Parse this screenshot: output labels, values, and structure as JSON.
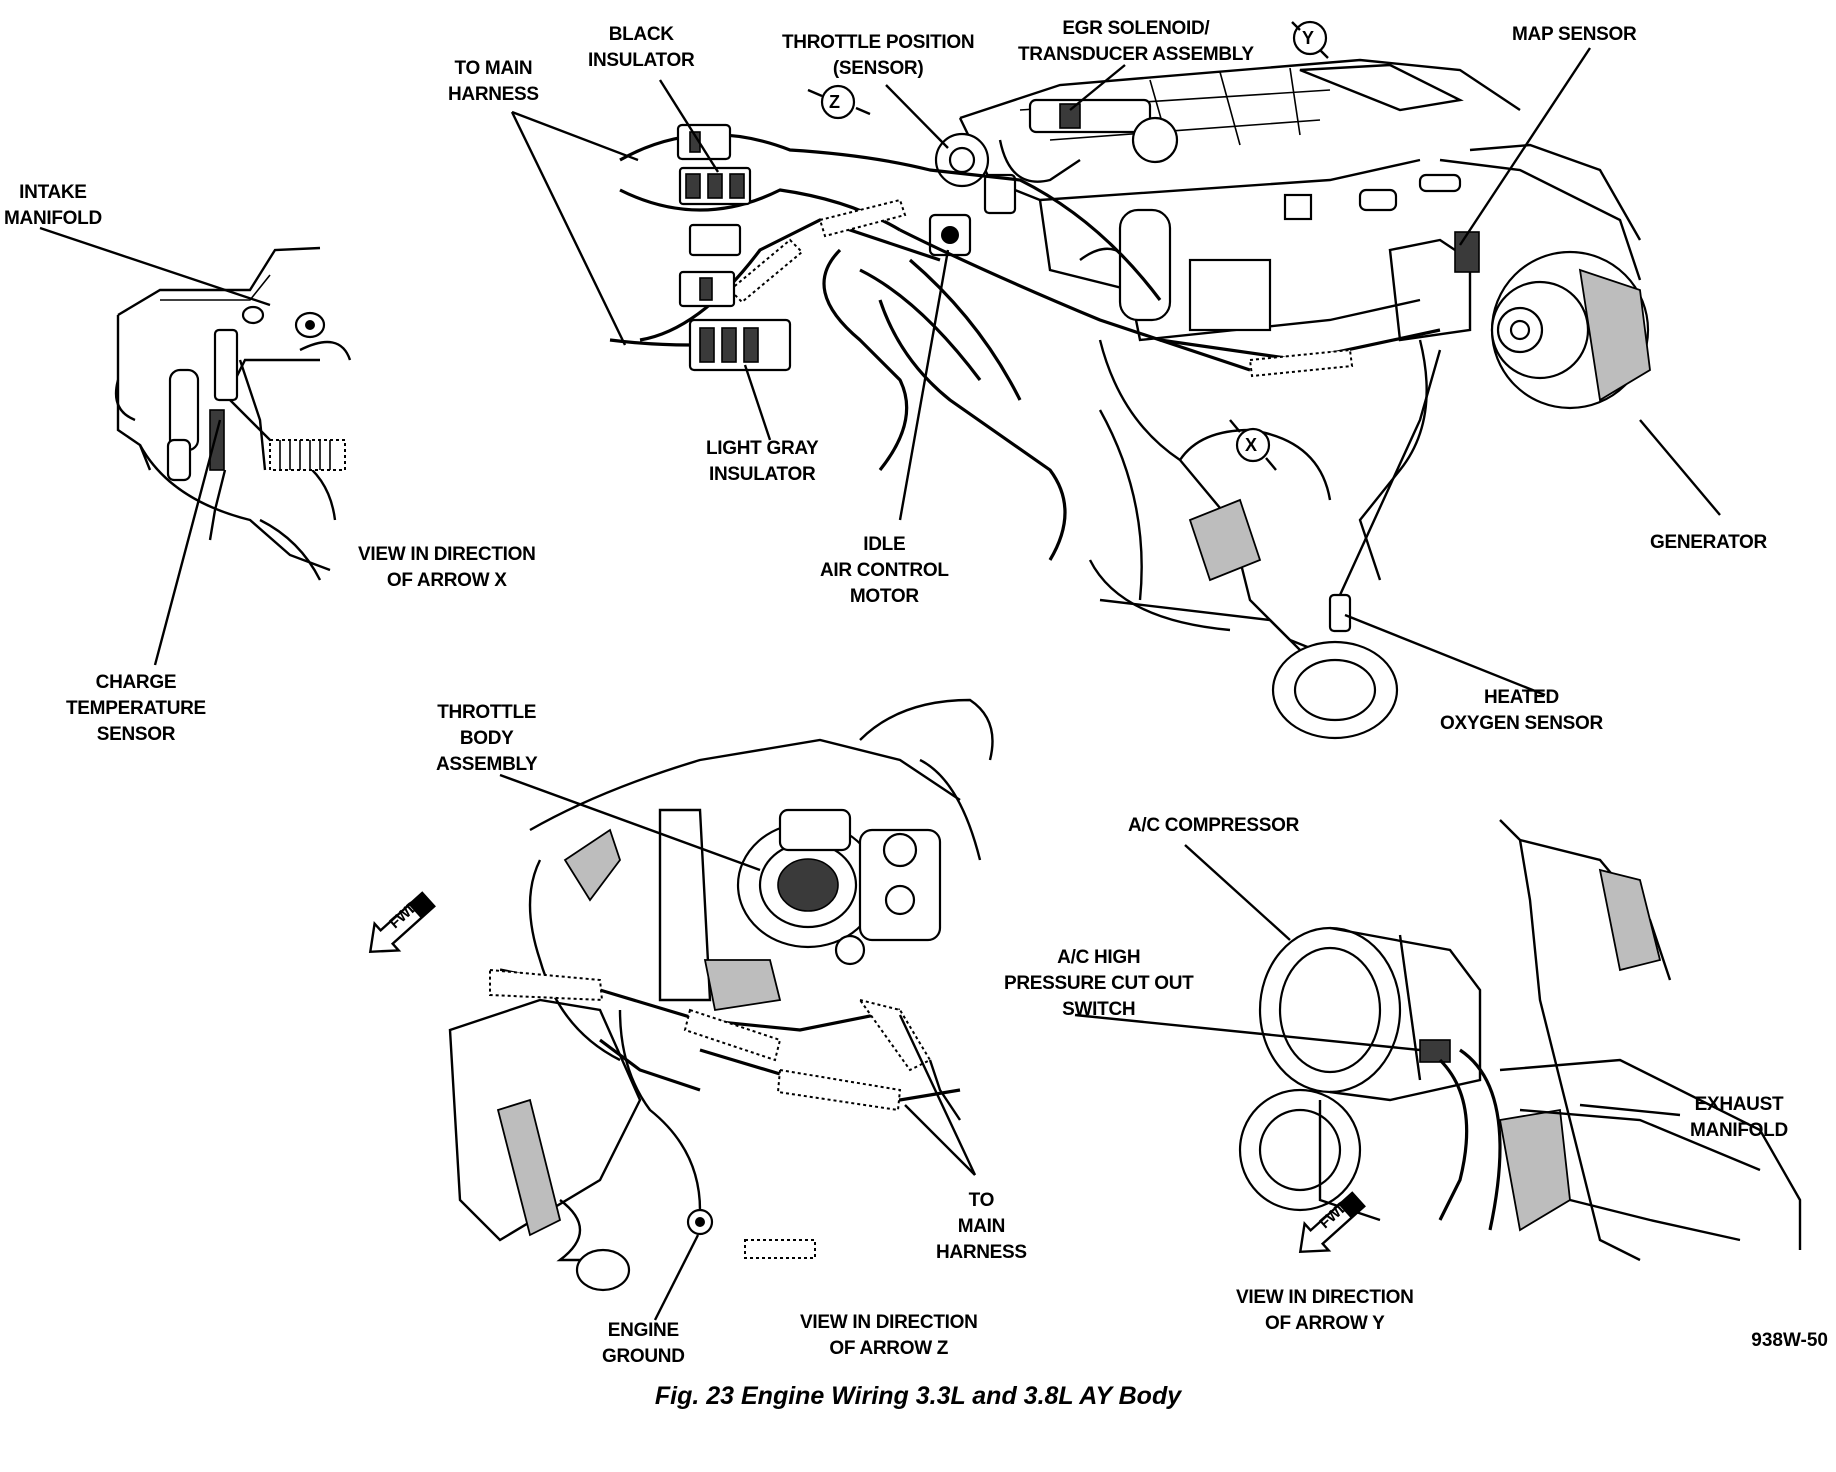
{
  "labels": {
    "black_insulator": [
      "BLACK",
      "INSULATOR"
    ],
    "to_main_harness_top": [
      "TO MAIN",
      "HARNESS"
    ],
    "throttle_position_sensor": [
      "THROTTLE POSITION",
      "(SENSOR)"
    ],
    "egr_solenoid": [
      "EGR SOLENOID/",
      "TRANSDUCER ASSEMBLY"
    ],
    "map_sensor": [
      "MAP SENSOR"
    ],
    "intake_manifold": [
      "INTAKE",
      "MANIFOLD"
    ],
    "light_gray_insulator": [
      "LIGHT GRAY",
      "INSULATOR"
    ],
    "idle_air_control_motor": [
      "IDLE",
      "AIR CONTROL",
      "MOTOR"
    ],
    "generator": [
      "GENERATOR"
    ],
    "view_arrow_x": [
      "VIEW IN DIRECTION",
      "OF ARROW X"
    ],
    "charge_temperature_sensor": [
      "CHARGE",
      "TEMPERATURE",
      "SENSOR"
    ],
    "heated_oxygen_sensor": [
      "HEATED",
      "OXYGEN SENSOR"
    ],
    "throttle_body_assembly": [
      "THROTTLE",
      "BODY",
      "ASSEMBLY"
    ],
    "ac_compressor": [
      "A/C COMPRESSOR"
    ],
    "ac_high_pressure_switch": [
      "A/C HIGH",
      "PRESSURE CUT OUT",
      "SWITCH"
    ],
    "exhaust_manifold": [
      "EXHAUST",
      "MANIFOLD"
    ],
    "to_main_harness_bottom": [
      "TO",
      "MAIN",
      "HARNESS"
    ],
    "engine_ground": [
      "ENGINE",
      "GROUND"
    ],
    "view_arrow_z": [
      "VIEW IN DIRECTION",
      "OF ARROW Z"
    ],
    "view_arrow_y": [
      "VIEW IN DIRECTION",
      "OF ARROW Y"
    ]
  },
  "arrow_markers": {
    "x": "X",
    "y": "Y",
    "z": "Z"
  },
  "fwd_markers": [
    "FWD",
    "FWD"
  ],
  "figure_id": "938W-50",
  "caption": "Fig. 23 Engine Wiring 3.3L and 3.8L AY Body"
}
